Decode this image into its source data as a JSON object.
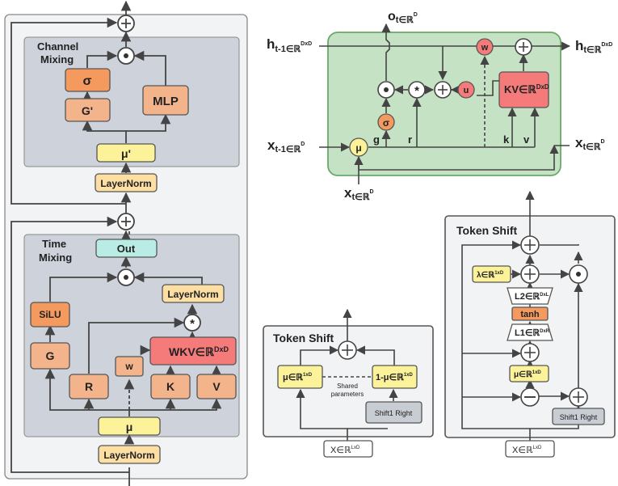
{
  "colors": {
    "panel": "#f2f3f5",
    "panel_stroke": "#666666",
    "inner": "#cdd2db",
    "green": "#c6e2c4",
    "green_stroke": "#6aa86a",
    "peach": "#f3b48c",
    "orange": "#f59a5e",
    "yellow": "#fbf29a",
    "cream": "#fddfa4",
    "teal": "#b9ece4",
    "red": "#f57a7a",
    "gray_box": "#c8ccd3",
    "line": "#444444"
  },
  "left_block": {
    "channel_mixing": {
      "title_line1": "Channel",
      "title_line2": "Mixing",
      "sigma": "σ",
      "g_prime": "G'",
      "mlp": "MLP",
      "mu_prime": "μ'",
      "layernorm": "LayerNorm",
      "odot": "⊙"
    },
    "time_mixing": {
      "title_line1": "Time",
      "title_line2": "Mixing",
      "out": "Out",
      "odot": "⊙",
      "layernorm": "LayerNorm",
      "silu": "SiLU",
      "star": "*",
      "g": "G",
      "w": "w",
      "wkv": "WKV∈ℝ",
      "wkv_sup": "DxD",
      "r": "R",
      "k": "K",
      "v": "V",
      "mu": "μ",
      "layernorm_bottom": "LayerNorm"
    },
    "plus_top": "+",
    "plus_middle": "+"
  },
  "cell_block": {
    "o_label": "o",
    "o_sub": "t∈ℝ",
    "o_sup": "D",
    "h_in": "h",
    "h_in_sub": "t-1∈ℝ",
    "h_in_sup": "DxD",
    "h_out": "h",
    "h_out_sub": "t∈ℝ",
    "h_out_sup": "DxD",
    "x_prev": "x",
    "x_prev_sub": "t-1∈ℝ",
    "x_prev_sup": "D",
    "x_out": "x",
    "x_out_sub": "t∈ℝ",
    "x_out_sup": "D",
    "x_in": "x",
    "x_in_sub": "t∈ℝ",
    "x_in_sup": "D",
    "w": "w",
    "u": "u",
    "sigma": "σ",
    "mu": "μ",
    "kv": "KV∈ℝ",
    "kv_sup": "DxD",
    "g": "g",
    "r": "r",
    "k": "k",
    "v": "v",
    "star": "*",
    "odot": "⊙",
    "plus": "+"
  },
  "token_shift_simple": {
    "title": "Token Shift",
    "mu_left": "μ∈ℝ",
    "mu_left_sup": "1xD",
    "mu_right": "1-μ∈ℝ",
    "mu_right_sup": "1xD",
    "shared_line1": "Shared",
    "shared_line2": "parameters",
    "shift": "Shift1 Right",
    "x_in": "X∈ℝ",
    "x_in_sup": "LxD"
  },
  "token_shift_ddlerp": {
    "title": "Token Shift",
    "lambda": "λ∈ℝ",
    "lambda_sup": "1xD",
    "l2": "L2∈ℝ",
    "l2_sup": "DxL",
    "tanh": "tanh",
    "l1": "L1∈ℝ",
    "l1_sup": "DxR",
    "mu": "μ∈ℝ",
    "mu_sup": "1xD",
    "minus": "−",
    "shift": "Shift1 Right",
    "x_in": "X∈ℝ",
    "x_in_sup": "LxD"
  }
}
